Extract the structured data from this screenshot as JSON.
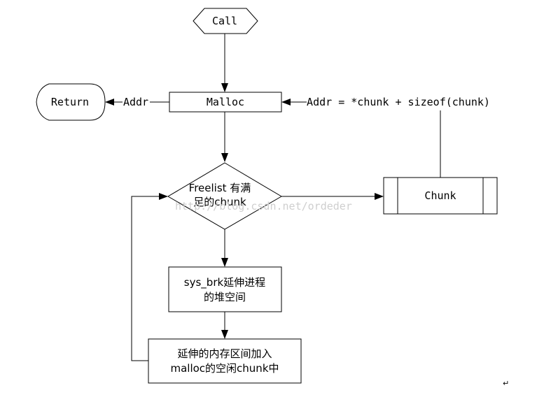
{
  "nodes": {
    "call": "Call",
    "return": "Return",
    "malloc": "Malloc",
    "decision_line1": "Freelist 有满",
    "decision_line2": "足的chunk",
    "chunk": "Chunk",
    "sysbrk_line1": "sys_brk延伸进程",
    "sysbrk_line2": "的堆空间",
    "extend_line1": "延伸的内存区间加入",
    "extend_line2": "malloc的空闲chunk中"
  },
  "edges": {
    "addr_left": "Addr",
    "addr_right": "Addr = *chunk + sizeof(chunk)"
  },
  "watermark": "http://blog.csdn.net/ordeder",
  "corner_mark": "↵"
}
